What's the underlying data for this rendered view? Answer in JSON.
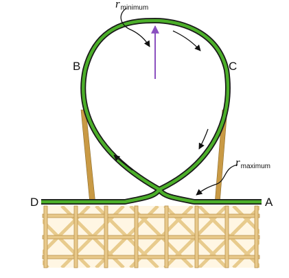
{
  "points": {
    "a": "A",
    "b": "B",
    "c": "C",
    "d": "D"
  },
  "radius_labels": {
    "min_symbol": "r",
    "min_sub": "minimum",
    "max_symbol": "r",
    "max_sub": "maximum"
  },
  "colors": {
    "track_green": "#4caf2a",
    "track_edge": "#1a1a1a",
    "support_gold": "#c99a45",
    "lattice": "#e8c98a",
    "lattice_edge": "#b8924c",
    "radius_arrow": "#8a4fbf"
  }
}
